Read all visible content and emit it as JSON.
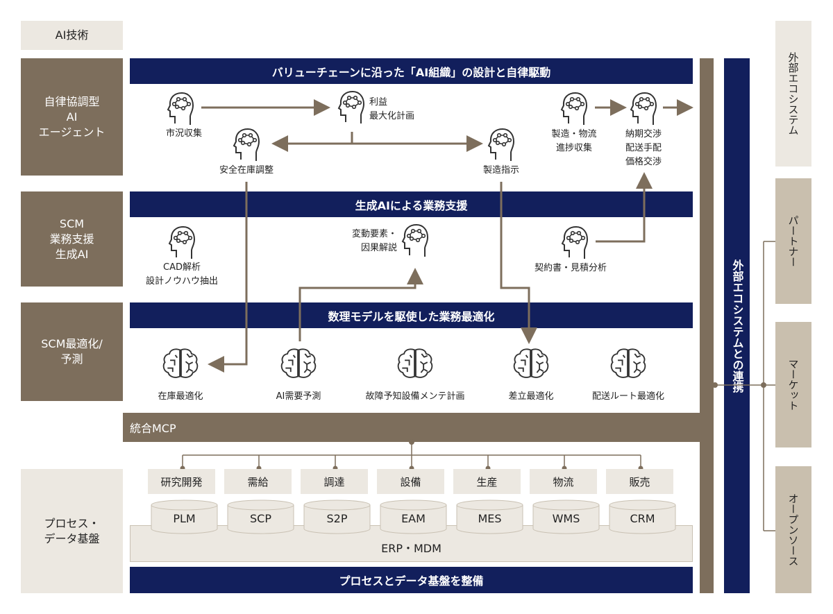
{
  "left": {
    "ai_tech": "AI技術",
    "agent": [
      "自律協調型",
      "AI",
      "エージェント"
    ],
    "genai": [
      "SCM",
      "業務支援",
      "生成AI"
    ],
    "opt": [
      "SCM最適化/",
      "予測"
    ],
    "data": [
      "プロセス・",
      "データ基盤"
    ]
  },
  "bars": {
    "top": "バリューチェーンに沿った「AI組織」の設計と自律駆動",
    "genai": "生成AIによる業務支援",
    "opt": "数理モデルを駆使した業務最適化",
    "data": "プロセスとデータ基盤を整備",
    "mcp": "統合MCP",
    "erp": "ERP・MDM"
  },
  "agents": {
    "a1": "市況収集",
    "a2": [
      "利益",
      "最大化計画"
    ],
    "a3": "安全在庫調整",
    "a4": "製造指示",
    "a5": [
      "製造・物流",
      "進捗収集"
    ],
    "a6": [
      "納期交渉",
      "配送手配",
      "価格交渉"
    ]
  },
  "genai_items": {
    "g1": [
      "CAD解析",
      "設計ノウハウ抽出"
    ],
    "g2": [
      "変動要素・",
      "因果解説"
    ],
    "g3": "契約書・見積分析"
  },
  "opt_items": [
    "在庫最適化",
    "AI需要予測",
    "故障予知設備メンテ計画",
    "差立最適化",
    "配送ルート最適化"
  ],
  "domains": [
    "研究開発",
    "需給",
    "調達",
    "設備",
    "生産",
    "物流",
    "販売"
  ],
  "systems": [
    "PLM",
    "SCP",
    "S2P",
    "EAM",
    "MES",
    "WMS",
    "CRM"
  ],
  "external": {
    "title": "外部エコシステム",
    "link": "外部エコシステムとの連携",
    "items": [
      "パートナー",
      "マーケット",
      "オープンソース"
    ]
  },
  "colors": {
    "navy": "#121f5c",
    "brown": "#7d6e5c",
    "beige": "#ece8e1",
    "tan": "#c9bfae"
  }
}
